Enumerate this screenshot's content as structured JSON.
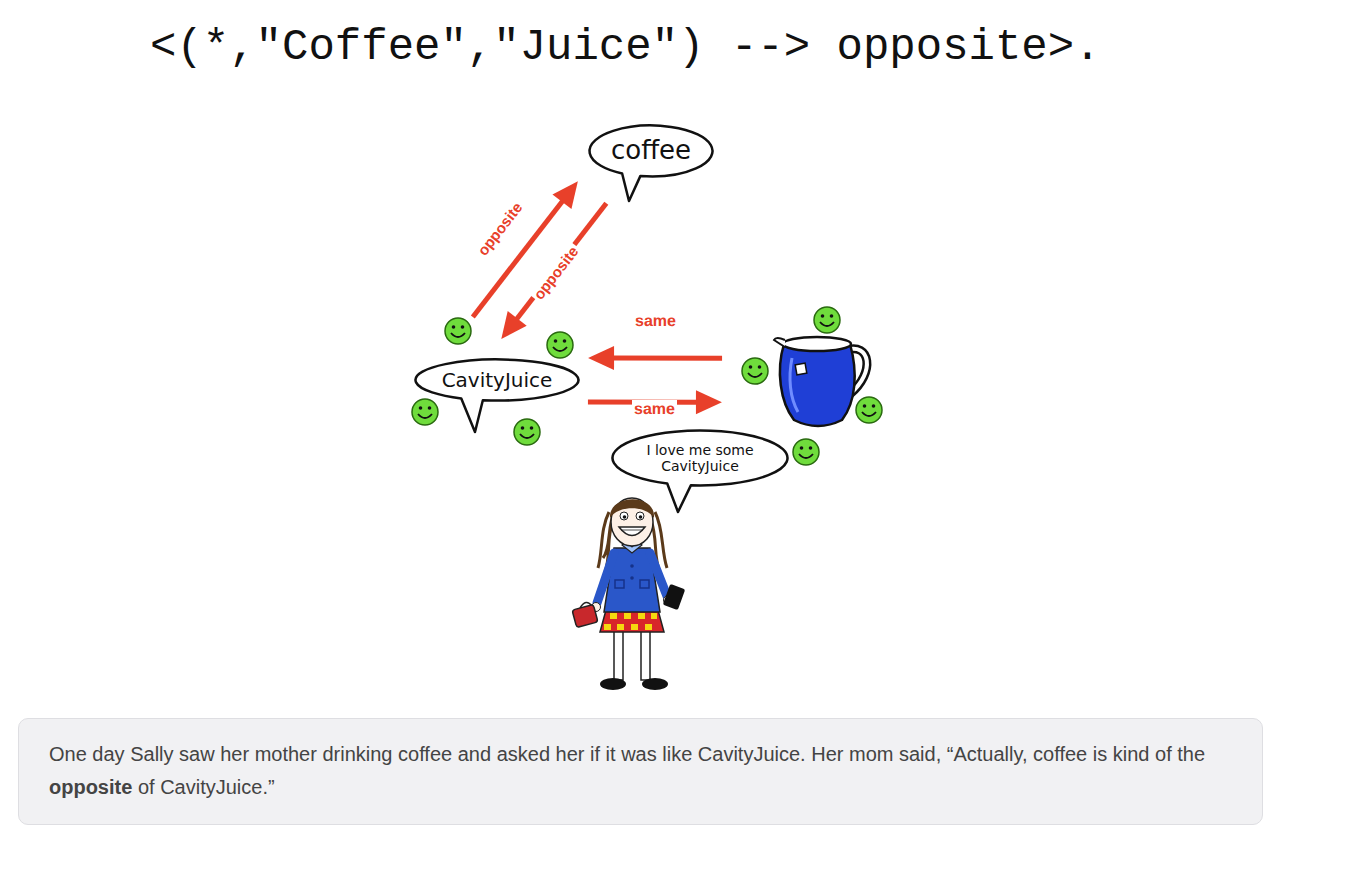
{
  "diagram": {
    "title": "<(*,\"Coffee\",\"Juice\") --> opposite>.",
    "caption": "One day Sally saw her mother drinking coffee and asked her if it was like CavityJuice. Her mom said, “Actually, coffee is kind of the opposite of CavityJuice.”",
    "nodes": [
      {
        "text": [
          "coffee"
        ]
      },
      {
        "text": [
          "CavityJuice"
        ]
      },
      {
        "text": []
      },
      {
        "text": [
          "I love me some CavityJuice"
        ]
      }
    ],
    "edges": [
      {
        "from": 1,
        "to": 0,
        "arrow": "to",
        "label": "opposite"
      },
      {
        "from": 0,
        "to": 1,
        "arrow": "to",
        "label": "opposite"
      },
      {
        "from": 2,
        "to": 1,
        "arrow": "to",
        "label": "same"
      },
      {
        "from": 1,
        "to": 2,
        "arrow": "to",
        "label": "same"
      }
    ]
  }
}
